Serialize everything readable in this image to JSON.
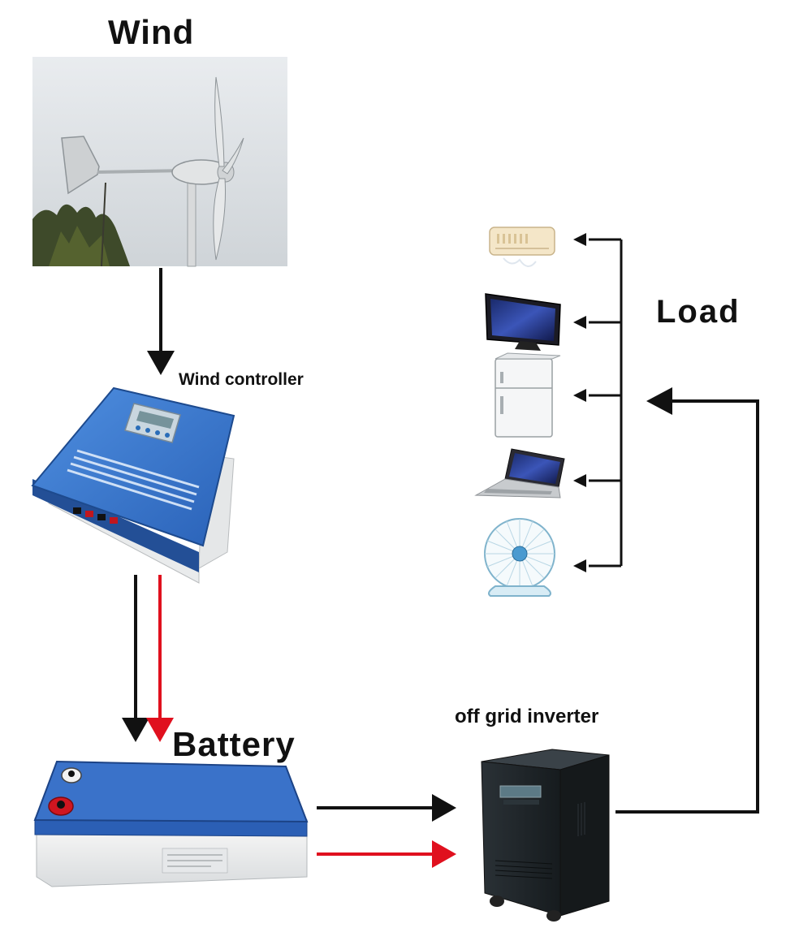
{
  "labels": {
    "wind": "Wind",
    "wind_controller": "Wind controller",
    "battery": "Battery",
    "inverter": "off grid inverter",
    "load": "Load"
  },
  "components": {
    "wind_turbine": "wind-turbine-photo",
    "controller": "wind-controller-unit",
    "battery": "battery-unit",
    "inverter": "off-grid-inverter-unit"
  },
  "load_devices": [
    "air-conditioner-icon",
    "tv-icon",
    "refrigerator-icon",
    "laptop-icon",
    "fan-icon"
  ],
  "colors": {
    "arrow_black": "#111111",
    "arrow_red": "#e0101e",
    "controller_blue": "#2f6fc7",
    "battery_blue": "#2b5fb5",
    "inverter_dark": "#1e2428"
  }
}
